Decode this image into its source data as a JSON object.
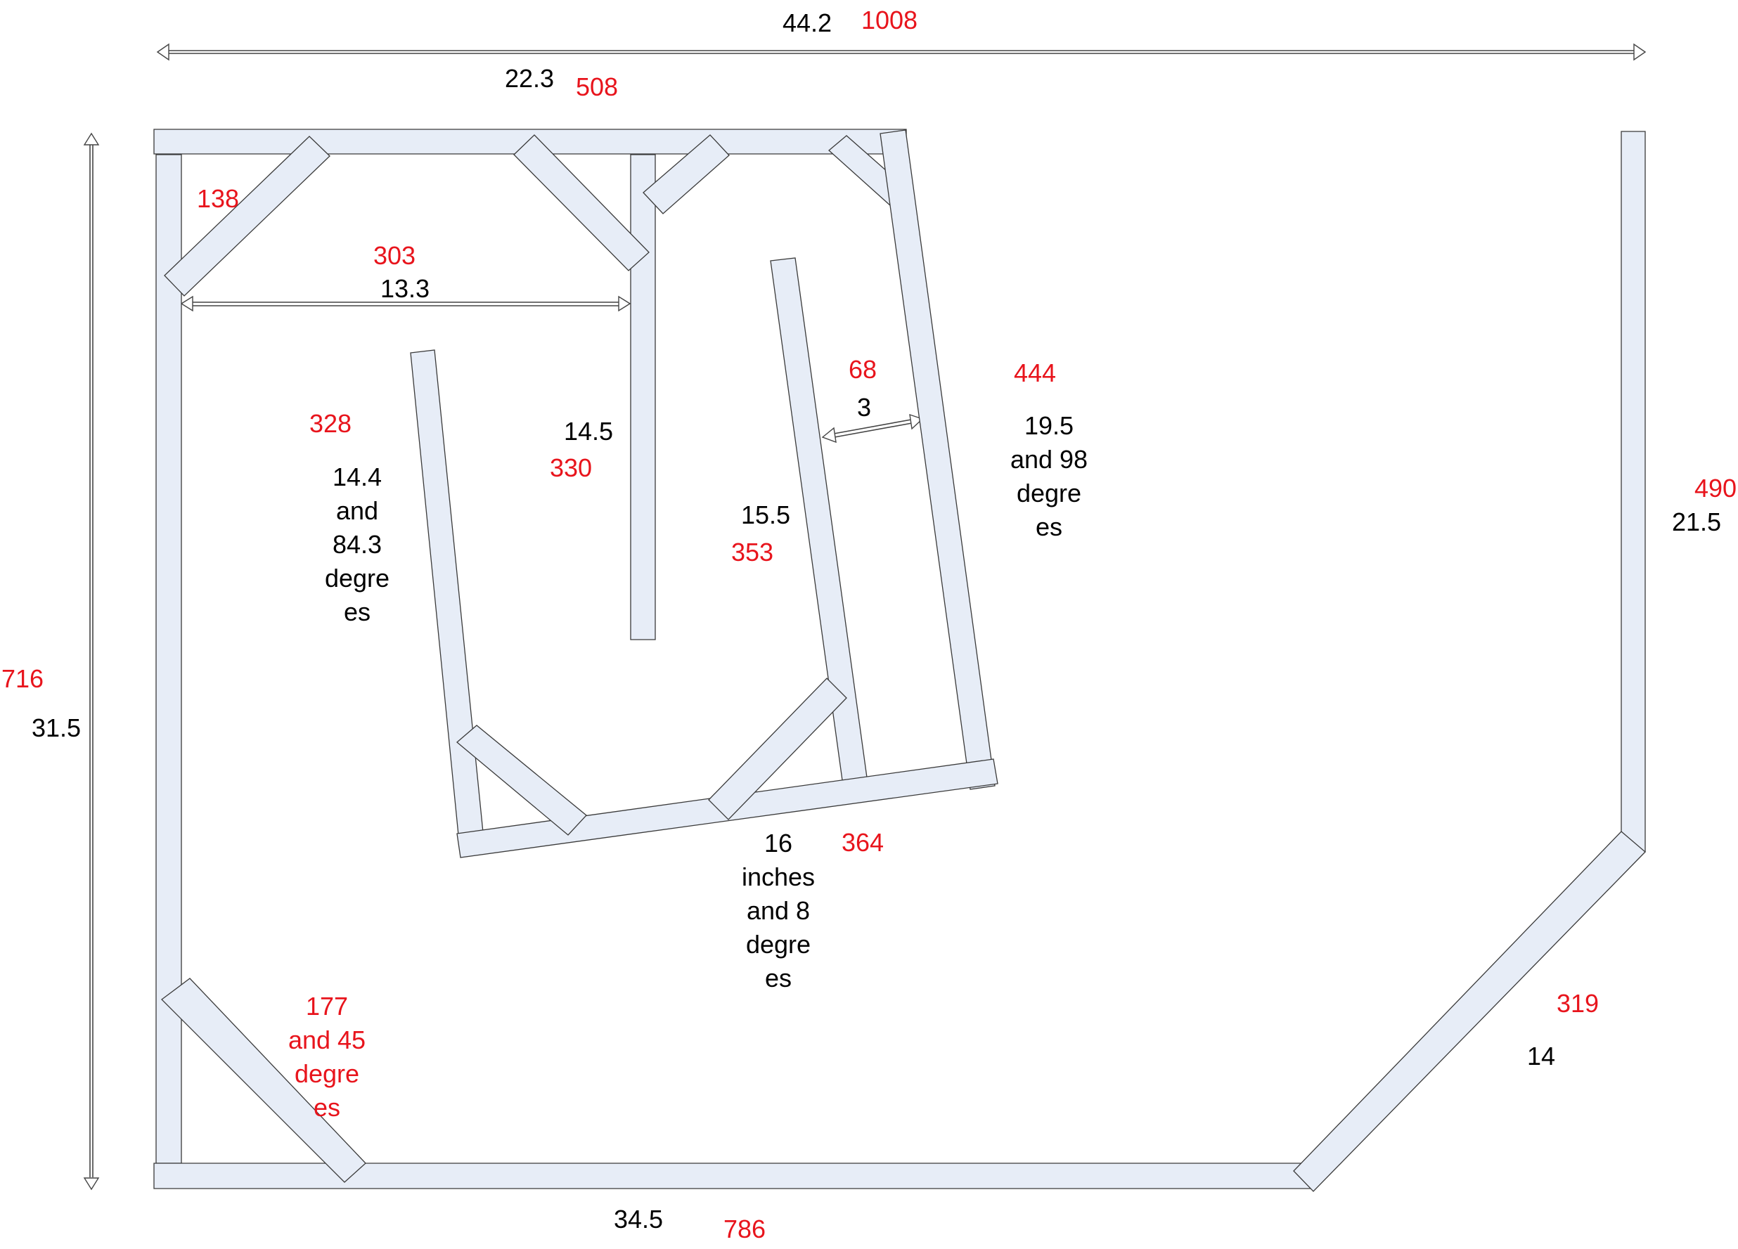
{
  "colors": {
    "panel_fill": "#e7edf7",
    "outline": "#3a3a3a",
    "label_black": "#000000",
    "label_red": "#e8141c"
  },
  "labels": {
    "top_total_in": "44.2",
    "top_total_mm": "1008",
    "top_part_in": "22.3",
    "top_part_mm": "508",
    "left_height_mm": "716",
    "left_height_in": "31.5",
    "corner_brace_mm": "138",
    "inner_width_mm": "303",
    "inner_width_in": "13.3",
    "left_panel_mm": "328",
    "left_panel_in": "14.4\nand\n84.3\ndegre\nes",
    "divider_in": "14.5",
    "divider_mm": "330",
    "gap_mm": "68",
    "gap_in": "3",
    "right_panel_mm": "444",
    "right_panel_in": "19.5\nand 98\ndegre\nes",
    "inner_right_in": "15.5",
    "inner_right_mm": "353",
    "bottom_inner_in": "16\ninches\nand 8\ndegre\nes",
    "bottom_inner_mm": "364",
    "far_right_mm": "490",
    "far_right_in": "21.5",
    "corner_bottom_left_mm": "177\nand 45\ndegre\nes",
    "corner_bottom_right_mm": "319",
    "corner_bottom_right_in": "14",
    "bottom_in": "34.5",
    "bottom_mm": "786"
  }
}
